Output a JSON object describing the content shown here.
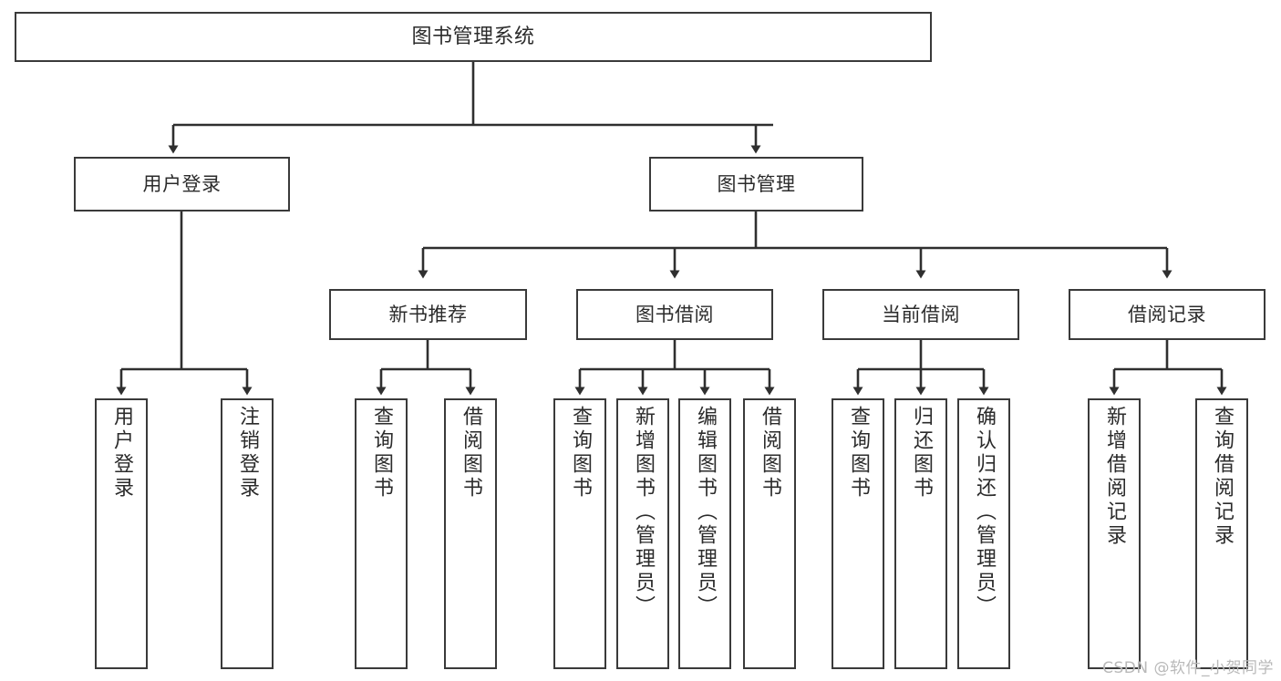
{
  "diagram": {
    "title": "图书管理系统",
    "type": "tree",
    "watermark": "CSDN @软件_小贺同学",
    "colors": {
      "box_border": "#3a3a3a",
      "box_fill": "#ffffff",
      "connector": "#2f2f2f",
      "text": "#2b2b2b",
      "watermark": "#b9b9b9",
      "background": "#ffffff"
    },
    "nodes": {
      "root": {
        "label": "图书管理系统"
      },
      "level1": [
        {
          "id": "user-login",
          "label": "用户登录"
        },
        {
          "id": "book-manage",
          "label": "图书管理"
        }
      ],
      "level2": [
        {
          "id": "new-book-rec",
          "label": "新书推荐"
        },
        {
          "id": "book-borrow",
          "label": "图书借阅"
        },
        {
          "id": "current-borrow",
          "label": "当前借阅"
        },
        {
          "id": "borrow-record",
          "label": "借阅记录"
        }
      ],
      "leaves": {
        "user-login": [
          {
            "id": "leaf-user-login",
            "label": "用户登录"
          },
          {
            "id": "leaf-user-logout",
            "label": "注销登录"
          }
        ],
        "new-book-rec": [
          {
            "id": "leaf-query-book-1",
            "label": "查询图书"
          },
          {
            "id": "leaf-borrow-book-1",
            "label": "借阅图书"
          }
        ],
        "book-borrow": [
          {
            "id": "leaf-query-book-2",
            "label": "查询图书"
          },
          {
            "id": "leaf-add-book",
            "label": "新增图书（管理员）"
          },
          {
            "id": "leaf-edit-book",
            "label": "编辑图书（管理员）"
          },
          {
            "id": "leaf-borrow-book-2",
            "label": "借阅图书"
          }
        ],
        "current-borrow": [
          {
            "id": "leaf-query-book-3",
            "label": "查询图书"
          },
          {
            "id": "leaf-return-book",
            "label": "归还图书"
          },
          {
            "id": "leaf-confirm-return",
            "label": "确认归还（管理员）"
          }
        ],
        "borrow-record": [
          {
            "id": "leaf-add-record",
            "label": "新增借阅记录"
          },
          {
            "id": "leaf-query-record",
            "label": "查询借阅记录"
          }
        ]
      }
    },
    "edges": [
      {
        "from": "图书管理系统",
        "to": "用户登录"
      },
      {
        "from": "图书管理系统",
        "to": "图书管理"
      },
      {
        "from": "图书管理",
        "to": "新书推荐"
      },
      {
        "from": "图书管理",
        "to": "图书借阅"
      },
      {
        "from": "图书管理",
        "to": "当前借阅"
      },
      {
        "from": "图书管理",
        "to": "借阅记录"
      },
      {
        "from": "用户登录",
        "to": "用户登录"
      },
      {
        "from": "用户登录",
        "to": "注销登录"
      },
      {
        "from": "新书推荐",
        "to": "查询图书"
      },
      {
        "from": "新书推荐",
        "to": "借阅图书"
      },
      {
        "from": "图书借阅",
        "to": "查询图书"
      },
      {
        "from": "图书借阅",
        "to": "新增图书（管理员）"
      },
      {
        "from": "图书借阅",
        "to": "编辑图书（管理员）"
      },
      {
        "from": "图书借阅",
        "to": "借阅图书"
      },
      {
        "from": "当前借阅",
        "to": "查询图书"
      },
      {
        "from": "当前借阅",
        "to": "归还图书"
      },
      {
        "from": "当前借阅",
        "to": "确认归还（管理员）"
      },
      {
        "from": "借阅记录",
        "to": "新增借阅记录"
      },
      {
        "from": "借阅记录",
        "to": "查询借阅记录"
      }
    ]
  }
}
